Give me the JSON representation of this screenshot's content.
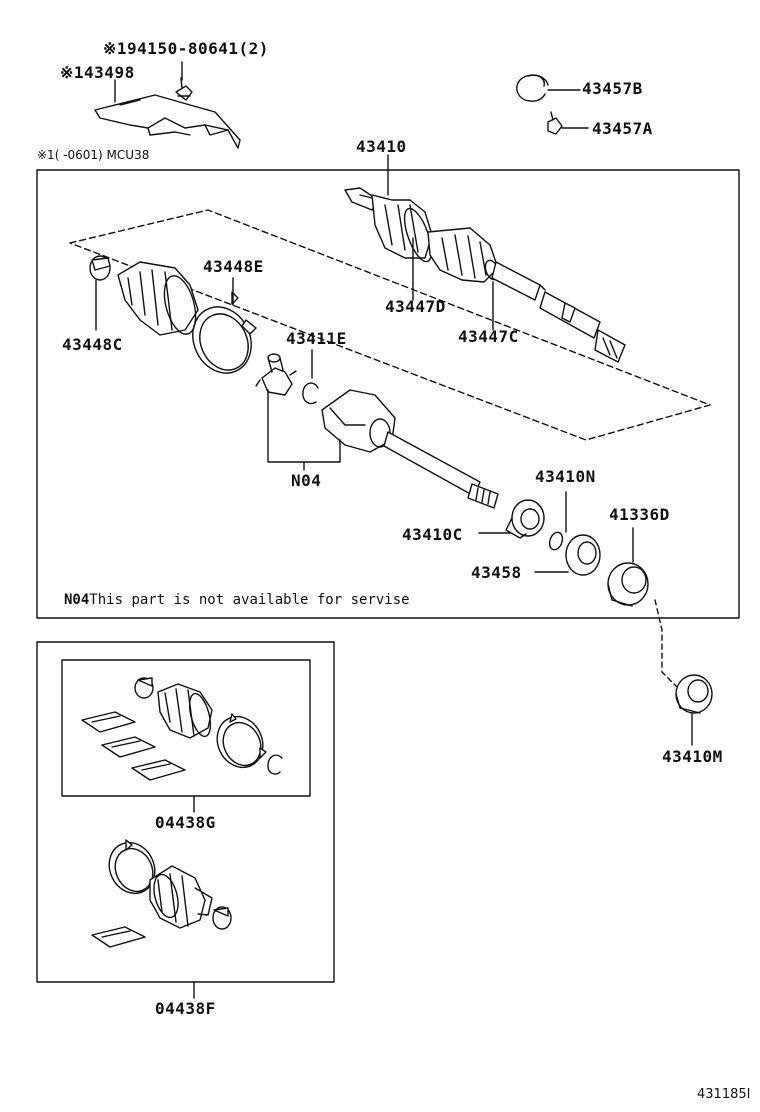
{
  "labels": {
    "p_94150": "※194150-80641(2)",
    "p_43498": "※143498",
    "note_mcu": "※1(     -0601) MCU38",
    "p_43457b": "43457B",
    "p_43457a": "43457A",
    "p_43410": "43410",
    "p_43448e": "43448E",
    "p_43448c": "43448C",
    "p_43447d": "43447D",
    "p_43447c": "43447C",
    "p_43411e": "43411E",
    "p_n04": "N04",
    "p_43410n": "43410N",
    "p_41336d": "41336D",
    "p_43410c": "43410C",
    "p_43458": "43458",
    "note_n04_code": "N04",
    "note_n04_text": "This part is not available for servise",
    "p_43410m": "43410M",
    "p_04438g": "04438G",
    "p_04438f": "04438F",
    "diagram_id": "431185I"
  }
}
